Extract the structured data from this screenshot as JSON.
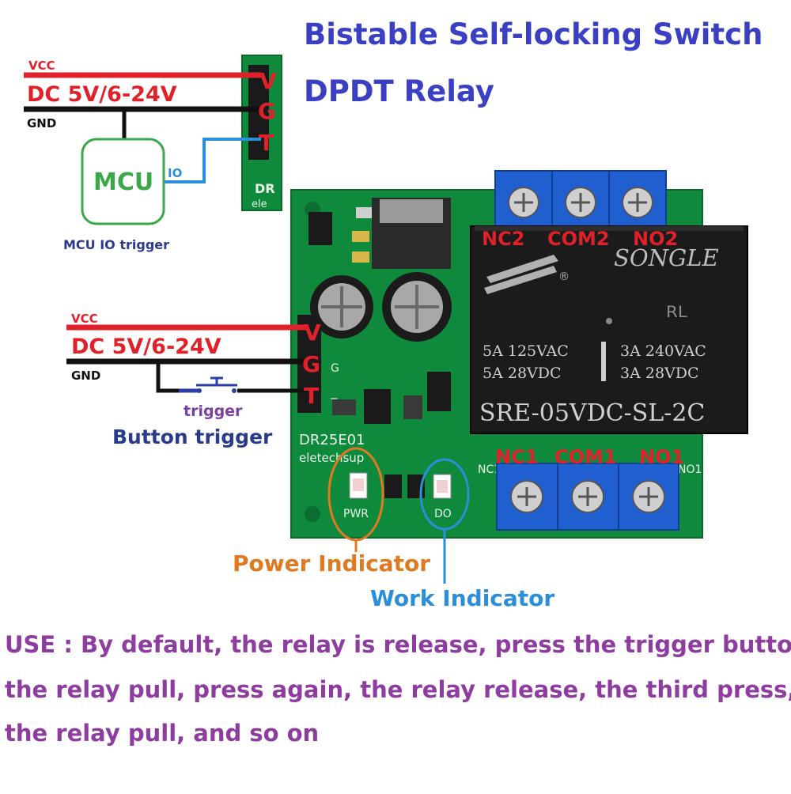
{
  "title": {
    "line1": "Bistable Self-locking Switch",
    "line2": "DPDT Relay"
  },
  "mcu_wiring": {
    "vcc": "VCC",
    "dc": "DC 5V/6-24V",
    "gnd": "GND",
    "mcu": "MCU",
    "io": "IO",
    "caption": "MCU IO trigger"
  },
  "button_wiring": {
    "vcc": "VCC",
    "dc": "DC 5V/6-24V",
    "gnd": "GND",
    "switch_label": "trigger",
    "caption": "Button trigger"
  },
  "pins": {
    "v": "V",
    "g": "G",
    "t": "T"
  },
  "board": {
    "model": "DR25E01",
    "brand": "eletechsup",
    "pwr_led": "PWR",
    "do_led": "DO",
    "nc1_silk": "NC1",
    "no1_silk": "NO1",
    "g_silk": "G",
    "t_silk": "T",
    "partial_model": "DR",
    "partial_brand": "ele"
  },
  "terminals": {
    "top": [
      "NC2",
      "COM2",
      "NO2"
    ],
    "bottom": [
      "NC1",
      "COM1",
      "NO1"
    ]
  },
  "relay": {
    "brand": "SONGLE",
    "ul_mark": "ᴿᴸ",
    "r_mark": "®",
    "rating_left_1": "5A  125VAC",
    "rating_left_2": "5A  28VDC",
    "rating_right_1": "3A  240VAC",
    "rating_right_2": "3A  28VDC",
    "model": "SRE-05VDC-SL-2C"
  },
  "indicators": {
    "power": "Power Indicator",
    "work": "Work Indicator"
  },
  "usage": {
    "line1": "USE : By default, the relay is release, press the trigger button,",
    "line2": "the relay pull, press again, the relay release, the third press,",
    "line3": "the relay pull, and so on"
  },
  "colors": {
    "title": "#3a3fc4",
    "vcc_wire": "#e0212a",
    "gnd_wire": "#111111",
    "io_wire": "#2a8fd8",
    "mcu_box": "#3aa84a",
    "pcb": "#0f8a3c",
    "terminal": "#1f5fd0",
    "relay_body": "#1b1b1b",
    "power_indicator": "#e07a22",
    "work_indicator": "#2a8fd8",
    "usage_text": "#8e3ca0"
  }
}
